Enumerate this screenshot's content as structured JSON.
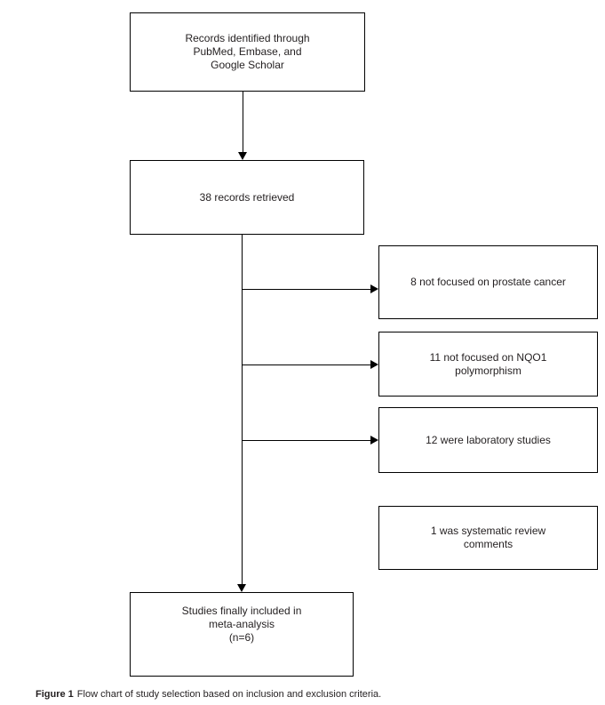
{
  "figure": {
    "caption_label": "Figure 1",
    "caption_text": "Flow chart of study selection based on inclusion and exclusion criteria."
  },
  "flowchart": {
    "type": "study-selection-flow",
    "colors": {
      "box_border": "#000000",
      "text": "#231f20",
      "background": "#ffffff"
    },
    "nodes": {
      "identified": {
        "label": "Records identified through\nPubMed, Embase, and\nGoogle Scholar"
      },
      "retrieved": {
        "label": "38 records retrieved",
        "count": 38
      },
      "excluded_prostate": {
        "label": "8 not focused on prostate cancer",
        "count": 8
      },
      "excluded_nqo1": {
        "label": "11 not focused on NQO1\npolymorphism",
        "count": 11
      },
      "excluded_lab": {
        "label": "12 were laboratory studies",
        "count": 12
      },
      "excluded_review": {
        "label": "1 was systematic review\ncomments",
        "count": 1
      },
      "included": {
        "label": "Studies finally included in\nmeta-analysis\n(n=6)",
        "count": 6
      }
    },
    "edges": [
      {
        "from": "identified",
        "to": "retrieved",
        "direction": "down"
      },
      {
        "from": "retrieved",
        "to": "excluded_prostate",
        "direction": "right"
      },
      {
        "from": "retrieved",
        "to": "excluded_nqo1",
        "direction": "right"
      },
      {
        "from": "retrieved",
        "to": "excluded_lab",
        "direction": "right"
      },
      {
        "from": "retrieved",
        "to": "included",
        "direction": "down"
      }
    ]
  }
}
